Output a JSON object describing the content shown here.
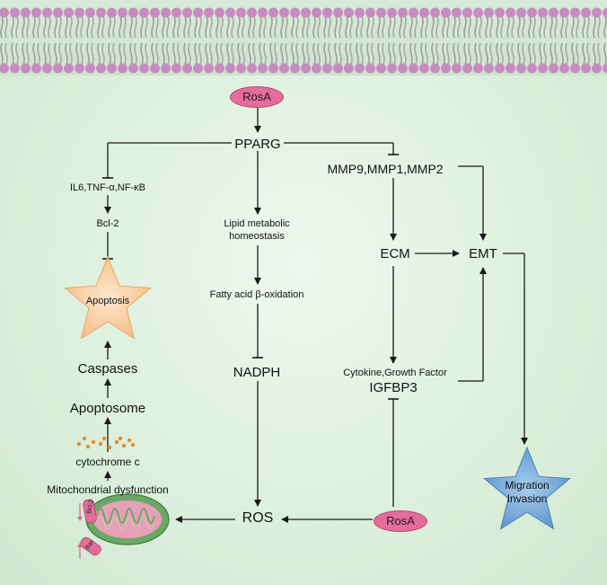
{
  "colors": {
    "background": "#dcefdc",
    "membrane_head": "#c68bc0",
    "membrane_tail": "#9e9e9e",
    "oval_fill": "#e56d9a",
    "apoptosis_star": "#f8cf9e",
    "migration_star": "#7aaedc",
    "arrow": "#1a1a1a",
    "mito_outer": "#6aa867",
    "mito_inner": "#e7a0b7",
    "droplets": "#e38d2e"
  },
  "nodes": {
    "rosa_top": "RosA",
    "pparg": "PPARG",
    "inflammation": "IL6,TNF-α,NF-κB",
    "bcl2": "Bcl-2",
    "apoptosis": "Apoptosis",
    "caspases": "Caspases",
    "apoptosome": "Apoptosome",
    "cytochrome": "cytochrome c",
    "mito_dysfunction": "Mitochondrial dysfunction",
    "lipid_line1": "Lipid metabolic",
    "lipid_line2": "homeostasis",
    "fatty_acid": "Fatty acid β-oxidation",
    "nadph": "NADPH",
    "ros": "ROS",
    "mmp": "MMP9,MMP1,MMP2",
    "ecm": "ECM",
    "emt": "EMT",
    "cytokine": "Cytokine,Growth Factor",
    "igfbp3": "IGFBP3",
    "rosa_bottom": "RosA",
    "migration_line1": "Migration",
    "migration_line2": "Invasion",
    "mito_bcl2": "Bcl-2",
    "mito_bax": "Bax"
  }
}
